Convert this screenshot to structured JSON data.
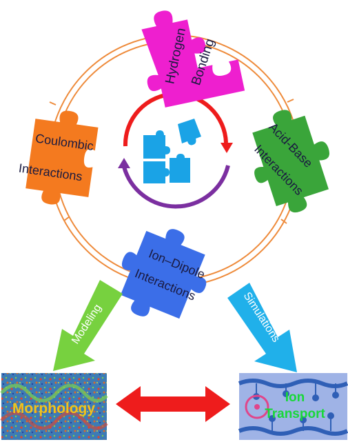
{
  "puzzle_pieces": {
    "hydrogen": {
      "line1": "Hydrogen",
      "line2": "Bonding",
      "color": "#ee1fcf"
    },
    "coulombic": {
      "line1": "Coulombic",
      "line2": "Interactions",
      "color": "#f47a1f"
    },
    "acid_base": {
      "line1": "Acid-Base",
      "line2": "Interactions",
      "color": "#3aa53a"
    },
    "ion_dipole": {
      "line1": "Ion–Dipole",
      "line2": "Interactions",
      "color": "#3b6ee8"
    }
  },
  "center": {
    "icon": "puzzle-icon",
    "icon_color": "#1aa3e6",
    "arrow_top_color": "#ee1c1c",
    "arrow_bottom_color": "#7b2fa0"
  },
  "ring_color": "#ee8a3a",
  "arrows": {
    "modeling": {
      "label": "Modeling",
      "color": "#77d13f"
    },
    "simulations": {
      "label": "Simulations",
      "color": "#20b0ea"
    }
  },
  "panels": {
    "morphology": {
      "label": "Morphology",
      "label_color": "#f2c21a"
    },
    "ion_transport": {
      "line1": "Ion",
      "line2": "Transport",
      "label_color": "#18d838"
    }
  },
  "double_arrow_color": "#ee1c1c"
}
